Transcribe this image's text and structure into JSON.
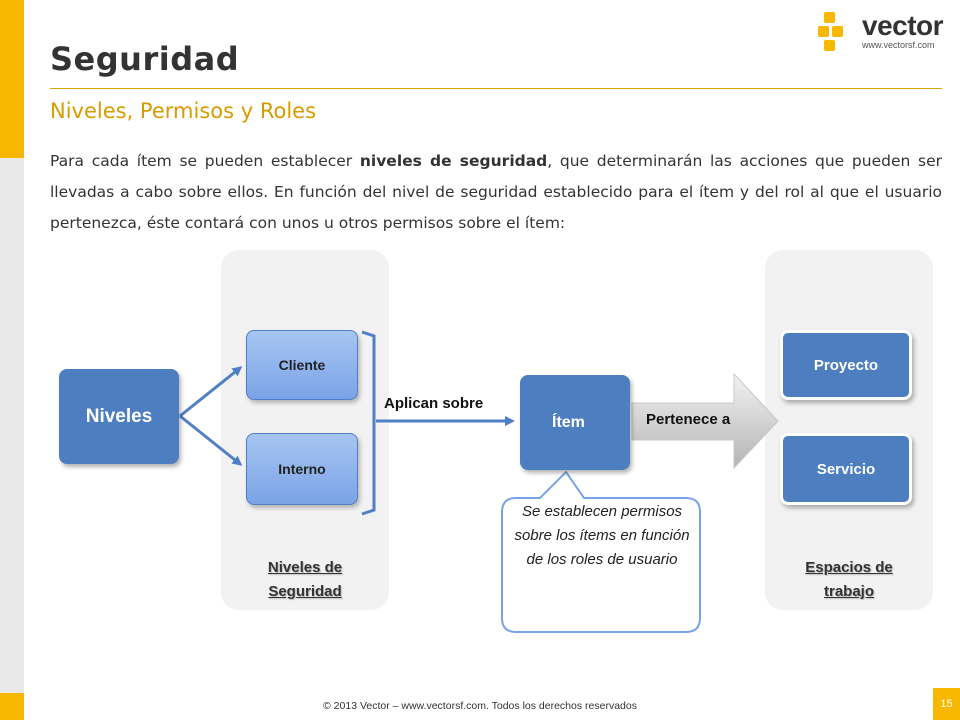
{
  "slide": {
    "title": "Seguridad",
    "subtitle": "Niveles, Permisos y Roles",
    "page_number": "15",
    "footer": "© 2013 Vector – www.vectorsf.com. Todos los derechos reservados"
  },
  "logo": {
    "name": "vector",
    "url": "www.vectorsf.com"
  },
  "body": {
    "part1": "Para cada ítem se pueden establecer ",
    "bold": "niveles de seguridad",
    "part2": ", que determinarán las acciones que pueden ser llevadas a cabo sobre ellos. En función del nivel de seguridad establecido para el ítem y del rol al que el usuario pertenezca, éste contará con unos u otros permisos sobre el ítem:"
  },
  "diagram": {
    "niveles": "Niveles",
    "cliente": "Cliente",
    "interno": "Interno",
    "niveles_panel_label": "Niveles de Seguridad",
    "aplican_sobre": "Aplican sobre",
    "item": "Ítem",
    "pertenece_a": "Pertenece a",
    "proyecto": "Proyecto",
    "servicio": "Servicio",
    "espacios_panel_label": "Espacios de trabajo",
    "callout": "Se establecen permisos sobre los ítems en función de los roles de usuario"
  },
  "colors": {
    "accent": "#f9b800",
    "subtitle": "#d99a00",
    "box_blue": "#4d7fc0",
    "box_light": "#a7c5f2",
    "panel_bg": "#f2f2f2"
  }
}
